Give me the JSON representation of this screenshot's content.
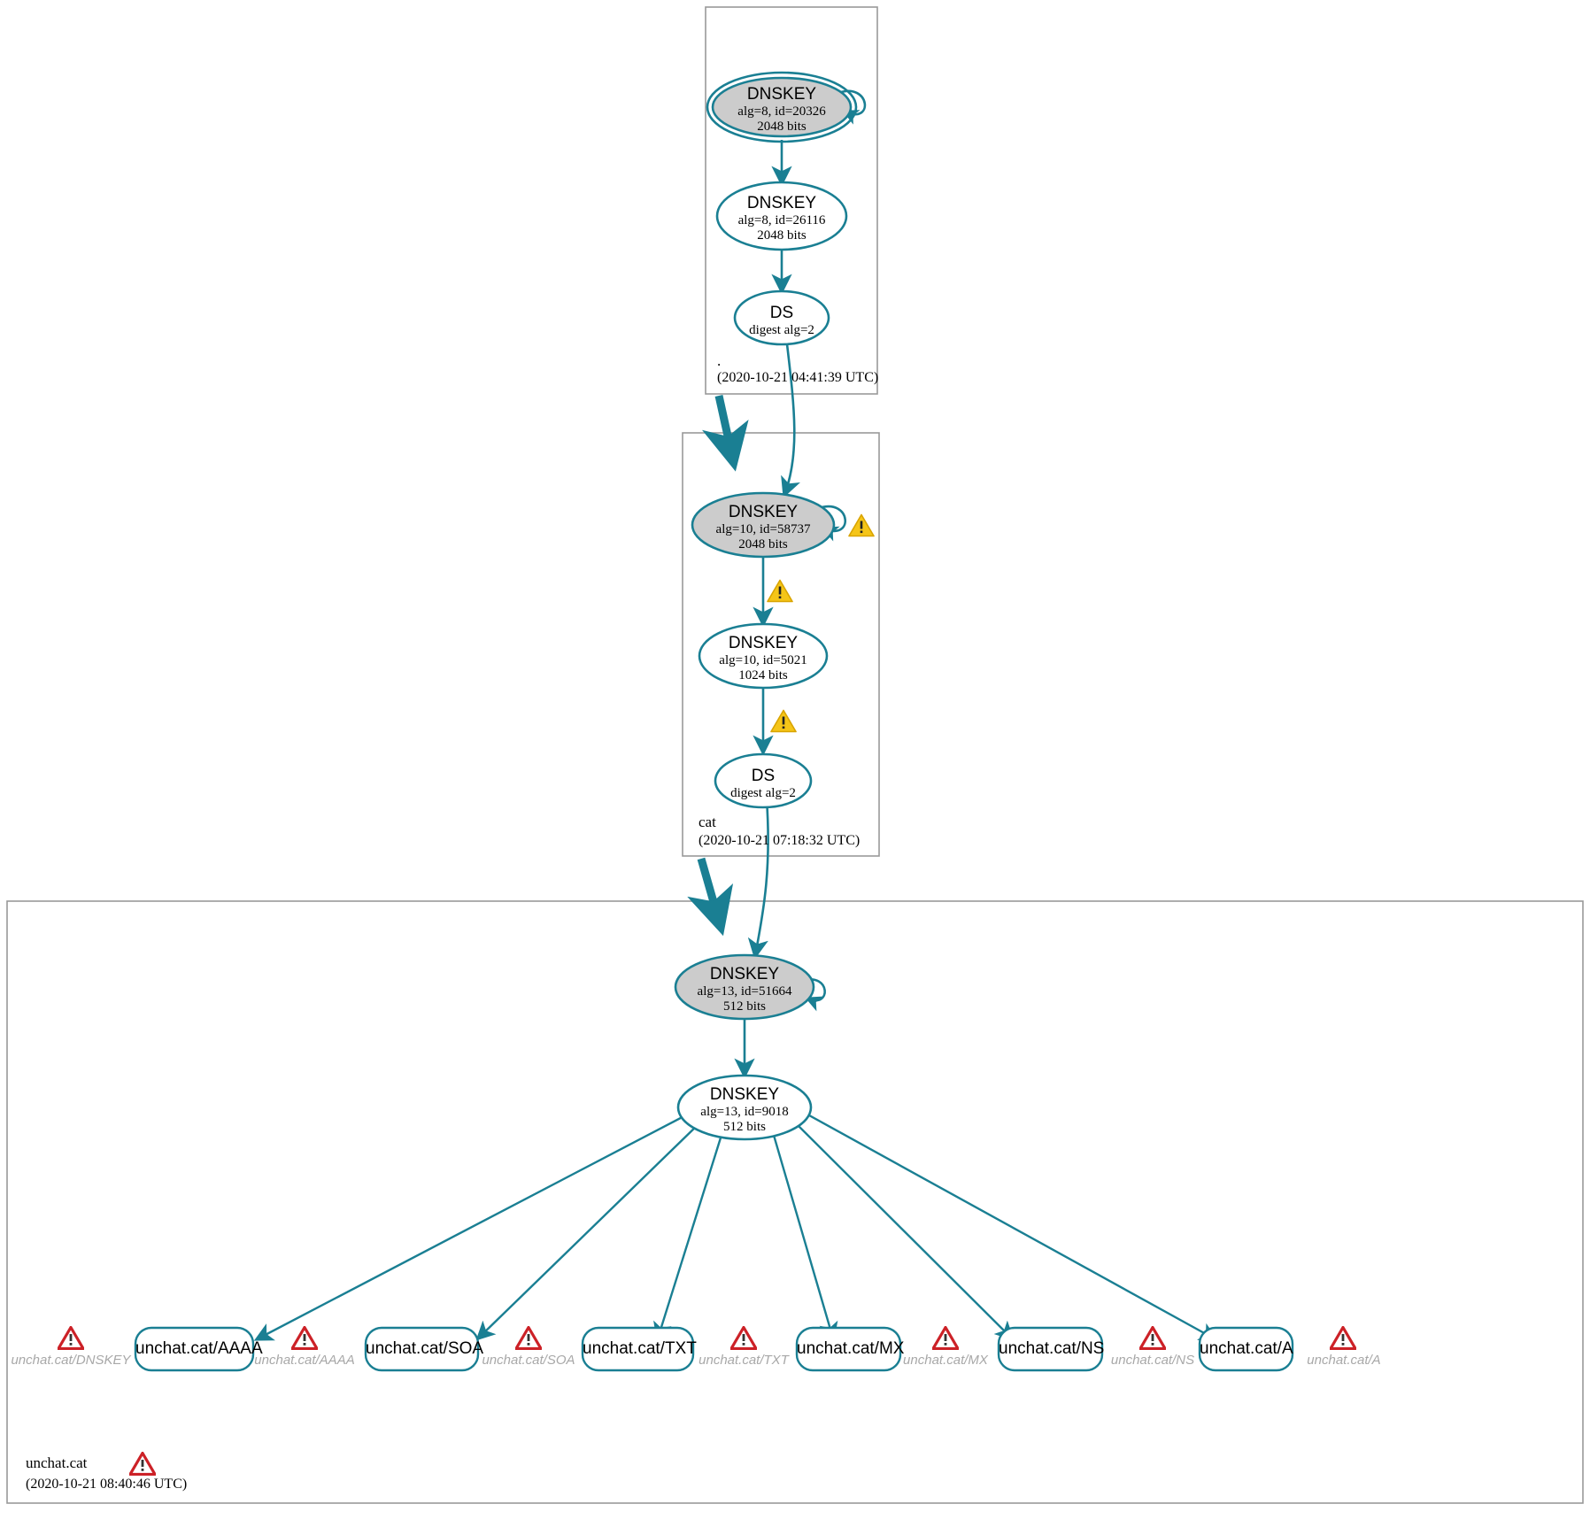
{
  "diagram": {
    "type": "dnssec-authentication-chain",
    "colors": {
      "edge": "#1a7f93",
      "node_stroke": "#1a7f93",
      "secure_key_fill": "#cccccc",
      "zone_border": "#999999",
      "warning": "#f5c518",
      "error": "#cc2127",
      "error_label_text": "#a8a8a8",
      "background": "#ffffff"
    }
  },
  "zones": [
    {
      "id": "root",
      "name": ".",
      "timestamp": "(2020-10-21 04:41:39 UTC)",
      "status_icon": null,
      "nodes": [
        {
          "id": "root-ksk",
          "kind": "DNSKEY",
          "title": "DNSKEY",
          "line2": "alg=8, id=20326",
          "line3": "2048 bits",
          "trust_anchor": true,
          "shaded": true,
          "self_sign": true,
          "self_sign_warning": false
        },
        {
          "id": "root-zsk",
          "kind": "DNSKEY",
          "title": "DNSKEY",
          "line2": "alg=8, id=26116",
          "line3": "2048 bits",
          "trust_anchor": false,
          "shaded": false,
          "self_sign": false,
          "self_sign_warning": false
        },
        {
          "id": "root-ds",
          "kind": "DS",
          "title": "DS",
          "line2": "digest alg=2",
          "line3": "",
          "trust_anchor": false,
          "shaded": false,
          "self_sign": false,
          "self_sign_warning": false
        }
      ]
    },
    {
      "id": "cat",
      "name": "cat",
      "timestamp": "(2020-10-21 07:18:32 UTC)",
      "status_icon": null,
      "nodes": [
        {
          "id": "cat-ksk",
          "kind": "DNSKEY",
          "title": "DNSKEY",
          "line2": "alg=10, id=58737",
          "line3": "2048 bits",
          "trust_anchor": false,
          "shaded": true,
          "self_sign": true,
          "self_sign_warning": true
        },
        {
          "id": "cat-zsk",
          "kind": "DNSKEY",
          "title": "DNSKEY",
          "line2": "alg=10, id=5021",
          "line3": "1024 bits",
          "trust_anchor": false,
          "shaded": false,
          "self_sign": false,
          "self_sign_warning": false
        },
        {
          "id": "cat-ds",
          "kind": "DS",
          "title": "DS",
          "line2": "digest alg=2",
          "line3": "",
          "trust_anchor": false,
          "shaded": false,
          "self_sign": false,
          "self_sign_warning": false
        }
      ]
    },
    {
      "id": "unchat-cat",
      "name": "unchat.cat",
      "timestamp": "(2020-10-21 08:40:46 UTC)",
      "status_icon": "error-triangle",
      "nodes": [
        {
          "id": "unchat-ksk",
          "kind": "DNSKEY",
          "title": "DNSKEY",
          "line2": "alg=13, id=51664",
          "line3": "512 bits",
          "trust_anchor": false,
          "shaded": true,
          "self_sign": true,
          "self_sign_warning": false
        },
        {
          "id": "unchat-zsk",
          "kind": "DNSKEY",
          "title": "DNSKEY",
          "line2": "alg=13, id=9018",
          "line3": "512 bits",
          "trust_anchor": false,
          "shaded": false,
          "self_sign": false,
          "self_sign_warning": false
        }
      ]
    }
  ],
  "rrsets": [
    {
      "id": "rr-aaaa",
      "label": "unchat.cat/AAAA"
    },
    {
      "id": "rr-soa",
      "label": "unchat.cat/SOA"
    },
    {
      "id": "rr-txt",
      "label": "unchat.cat/TXT"
    },
    {
      "id": "rr-mx",
      "label": "unchat.cat/MX"
    },
    {
      "id": "rr-ns",
      "label": "unchat.cat/NS"
    },
    {
      "id": "rr-a",
      "label": "unchat.cat/A"
    }
  ],
  "errors": [
    {
      "id": "err-dnskey",
      "label": "unchat.cat/DNSKEY"
    },
    {
      "id": "err-aaaa",
      "label": "unchat.cat/AAAA"
    },
    {
      "id": "err-soa",
      "label": "unchat.cat/SOA"
    },
    {
      "id": "err-txt",
      "label": "unchat.cat/TXT"
    },
    {
      "id": "err-mx",
      "label": "unchat.cat/MX"
    },
    {
      "id": "err-ns",
      "label": "unchat.cat/NS"
    },
    {
      "id": "err-a",
      "label": "unchat.cat/A"
    }
  ],
  "edge_warnings": [
    {
      "id": "warn-cat-ksk-self",
      "near": "cat-ksk-self-signature"
    },
    {
      "id": "warn-cat-ksk-to-zsk",
      "near": "cat-ksk-signs-zsk"
    },
    {
      "id": "warn-cat-zsk-to-ds",
      "near": "cat-zsk-signs-ds"
    }
  ]
}
